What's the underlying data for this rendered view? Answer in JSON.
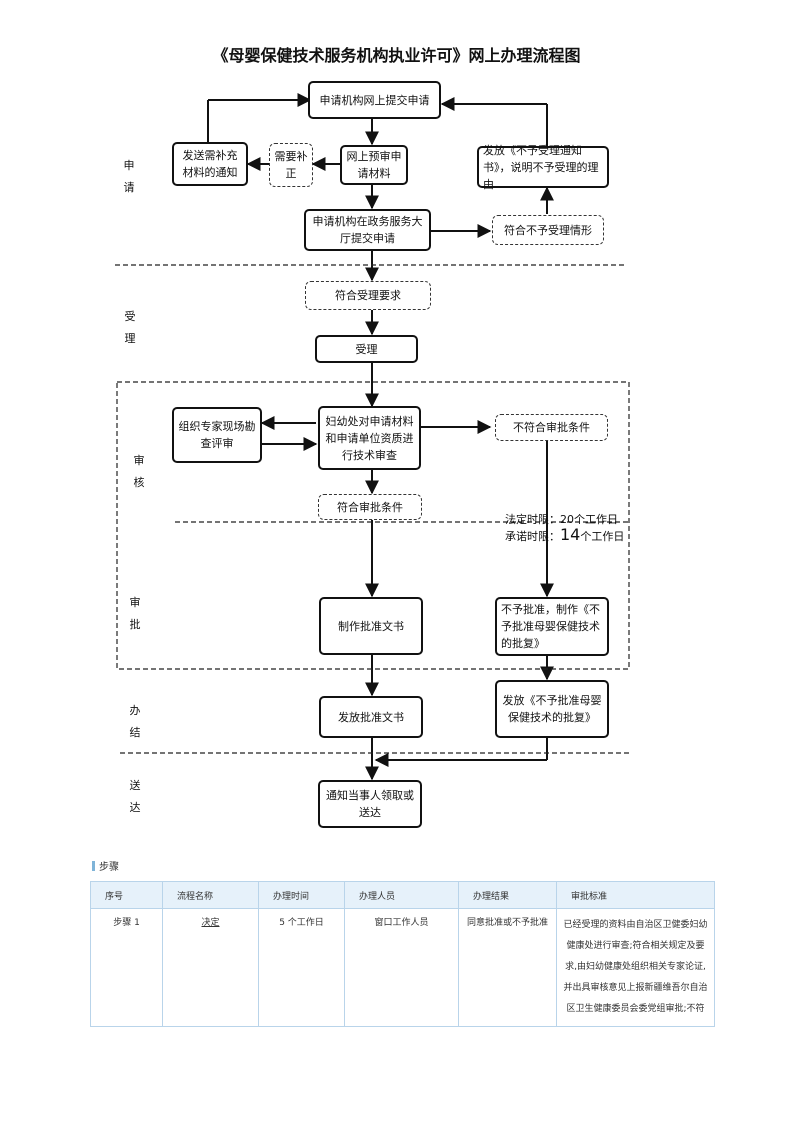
{
  "title": "《母婴保健技术服务机构执业许可》网上办理流程图",
  "stages": [
    "申请",
    "受理",
    "审核",
    "审批",
    "办结",
    "送达"
  ],
  "boxes": {
    "submit_online": "申请机构网上提交申请",
    "send_supplement": "发送需补充材料的通知",
    "need_correction": "需要补正",
    "online_precheck": "网上预审申请材料",
    "notice_reject": "发放《不予受理通知书》，说明不予受理的理由",
    "submit_hall": "申请机构在政务服务大厅提交申请",
    "not_accept_case": "符合不予受理情形",
    "meets_accept": "符合受理要求",
    "accept": "受理",
    "expert_review": "组织专家现场勘查评审",
    "tech_review": "妇幼处对申请材料和申请单位资质进行技术审查",
    "not_meet_approval": "不符合审批条件",
    "meets_approval": "符合审批条件",
    "make_approval": "制作批准文书",
    "make_reject": "不予批准，制作《不予批准母婴保健技术的批复》",
    "issue_approval": "发放批准文书",
    "issue_reject": "发放《不予批准母婴保健技术的批复》",
    "notify": "通知当事人领取或送达"
  },
  "time_note": {
    "legal_label": "法定时限：",
    "legal_days": "20",
    "legal_unit": "个工作日",
    "promise_label": "承诺时限：",
    "promise_days": "14",
    "promise_unit": "个工作日"
  },
  "steps": {
    "heading": "步骤",
    "headers": [
      "序号",
      "流程名称",
      "办理时间",
      "办理人员",
      "办理结果",
      "审批标准"
    ],
    "rows": [
      {
        "no": "步骤 1",
        "name": "决定",
        "time": "5 个工作日",
        "staff": "窗口工作人员",
        "result": "同意批准或不予批准",
        "standard": "已经受理的资料由自治区卫健委妇幼健康处进行审查;符合相关规定及要求,由妇幼健康处组织相关专家论证,并出具审核意见上报新疆维吾尔自治区卫生健康委员会委党组审批;不符"
      }
    ]
  }
}
